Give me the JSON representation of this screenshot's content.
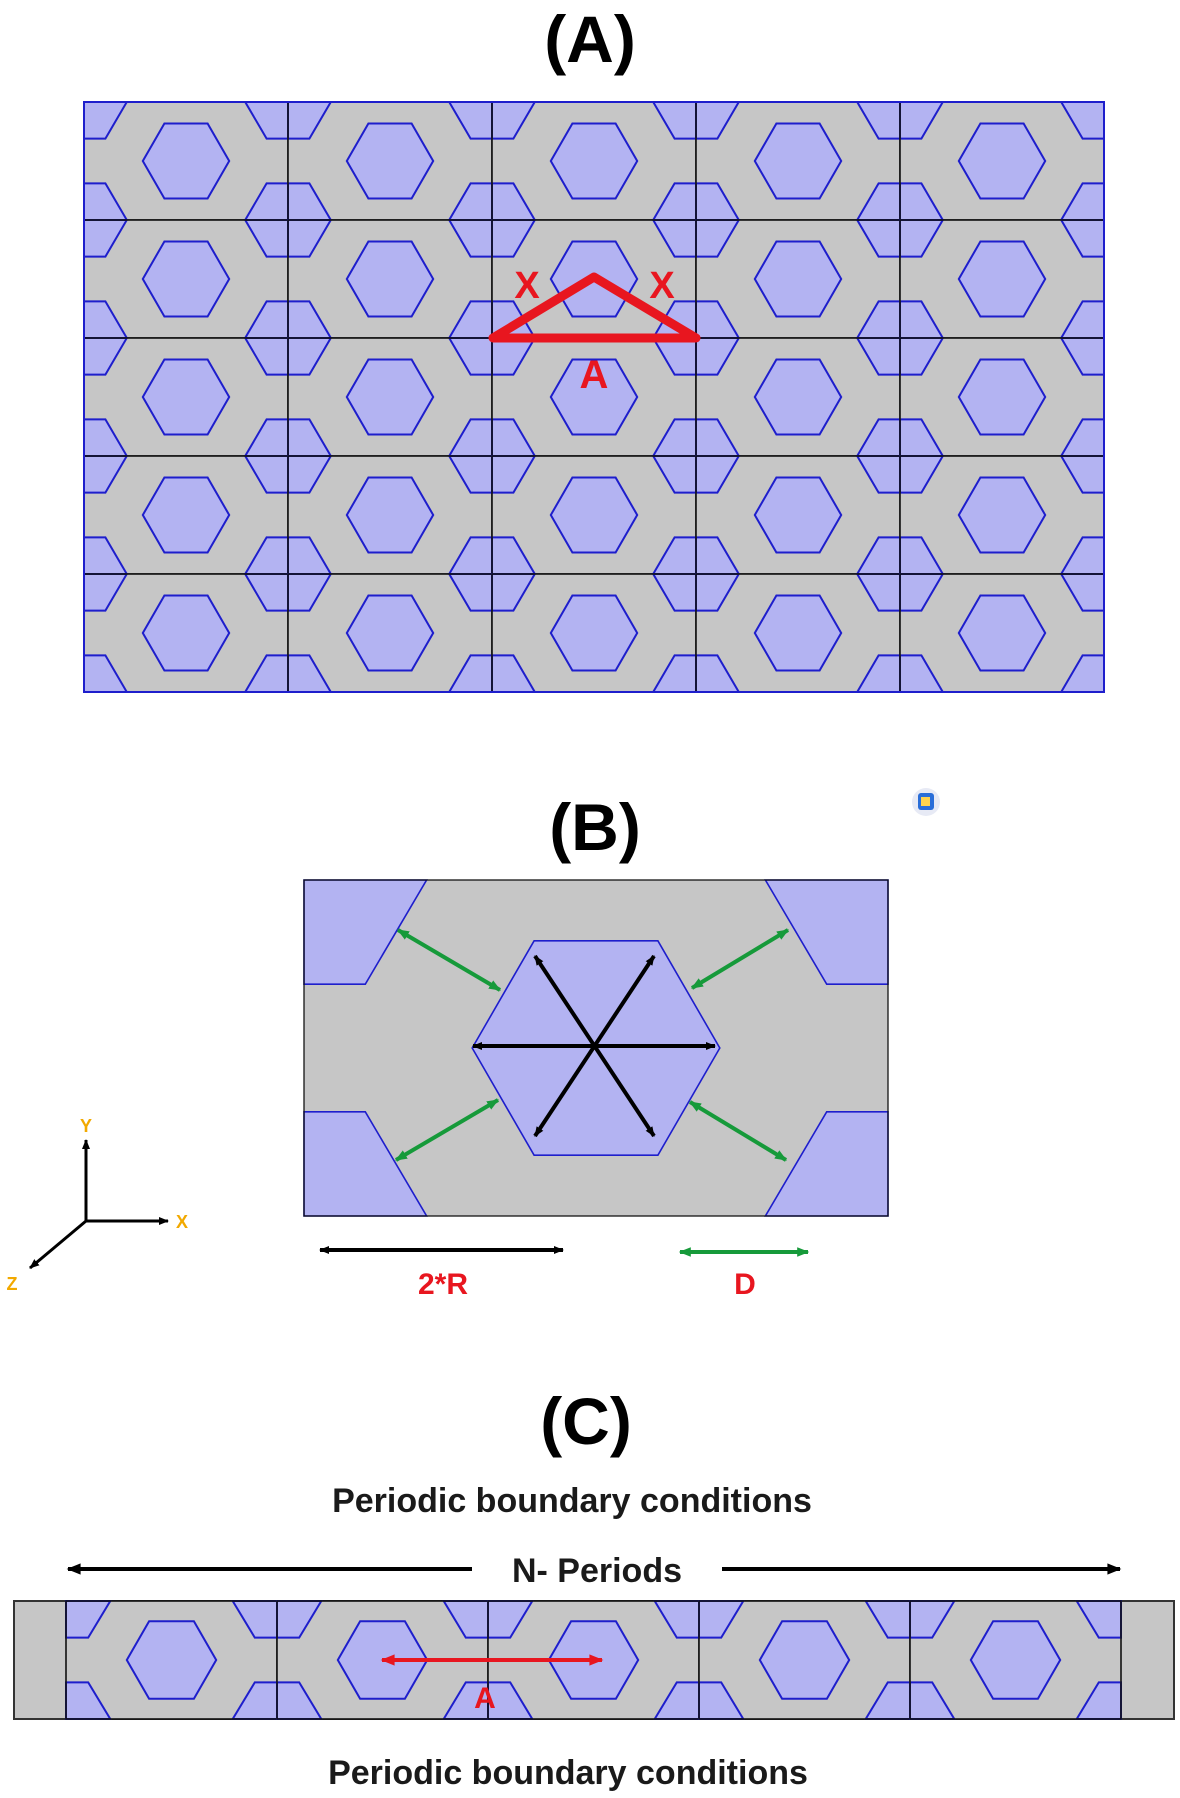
{
  "panels": {
    "a": {
      "title": "(A)",
      "rows": 5,
      "cols": 5,
      "labels": {
        "side_left": "X",
        "side_right": "X",
        "base": "A"
      }
    },
    "b": {
      "title": "(B)",
      "radius_label": "2*R",
      "distance_label": "D"
    },
    "c": {
      "title": "(C)",
      "periods": 5,
      "top_text": "Periodic boundary conditions",
      "periods_text": "N- Periods",
      "lattice_label": "A",
      "bottom_text": "Periodic boundary conditions"
    }
  },
  "axes": {
    "y": "Y",
    "x": "X",
    "z": "Z"
  },
  "icons": {
    "corner": "app-logo-icon"
  },
  "colors": {
    "hole_fill": "#b3b3f2",
    "hole_stroke": "#1e1ecc",
    "matrix": "#c6c6c6",
    "cell_border": "#111111",
    "accent_red": "#e8161f",
    "arrow_green": "#169a3a",
    "axis_label": "#f2a900"
  }
}
